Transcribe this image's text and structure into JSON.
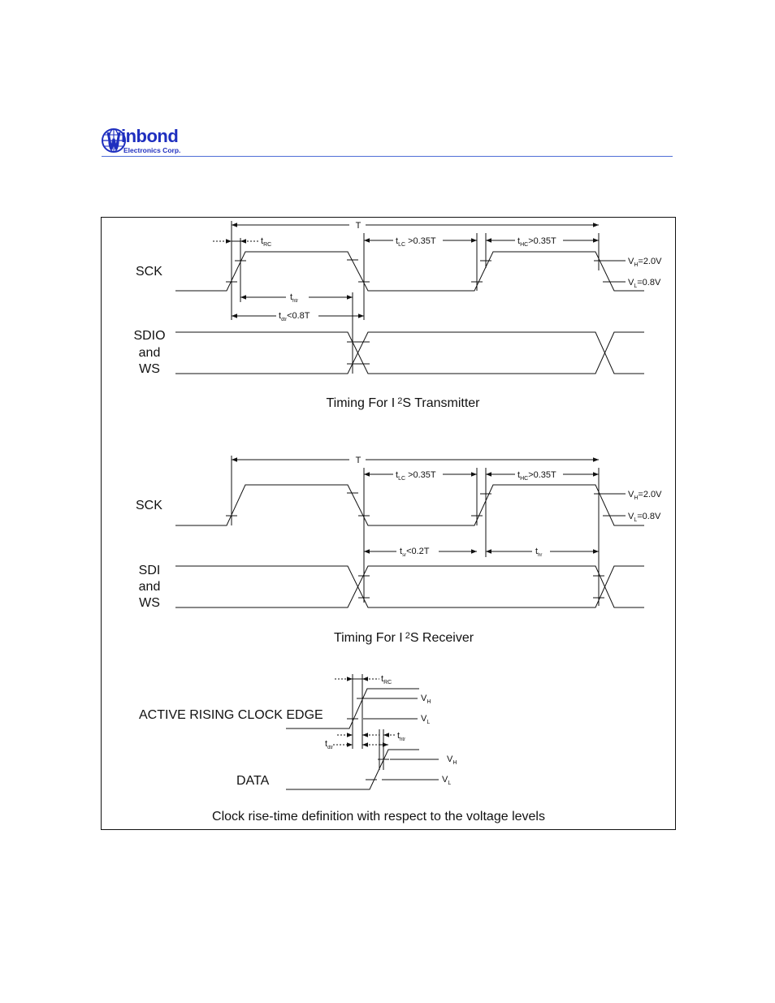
{
  "header": {
    "brand": "inbond",
    "sub": "Electronics Corp.",
    "accent": "#1f2fbf"
  },
  "transmitter": {
    "sck": "SCK",
    "sig1": "SDIO",
    "sig2": "and",
    "sig3": "WS",
    "T": "T",
    "tRC": "t",
    "tRC_sub": "RC",
    "tLC": "t",
    "tLC_sub": "LC",
    "tLC_val": " >0.35T",
    "tHC": "t",
    "tHC_sub": "HC",
    "tHC_val": ">0.35T",
    "vh": "V",
    "vh_sub": "H",
    "vh_val": "=2.0V",
    "vl": "V",
    "vl_sub": "L",
    "vl_val": "=0.8V",
    "thtr": "t",
    "thtr_sub": "htr",
    "tdtr": "t",
    "tdtr_sub": "dtr",
    "tdtr_val": "<0.8T",
    "caption_a": "Timing For I",
    "caption_b": "2",
    "caption_c": "S Transmitter"
  },
  "receiver": {
    "sck": "SCK",
    "sig1": "SDI",
    "sig2": "and",
    "sig3": "WS",
    "T": "T",
    "tLC": "t",
    "tLC_sub": "LC",
    "tLC_val": " >0.35T",
    "tHC": "t",
    "tHC_sub": "HC",
    "tHC_val": ">0.35T",
    "vh": "V",
    "vh_sub": "H",
    "vh_val": "=2.0V",
    "vl": "V",
    "vl_sub": "L",
    "vl_val": "=0.8V",
    "tsr": "t",
    "tsr_sub": "sr",
    "tsr_val": "<0.2T",
    "thr": "t",
    "thr_sub": "hr",
    "caption_a": "Timing For I",
    "caption_b": "2",
    "caption_c": "S Receiver"
  },
  "risetime": {
    "clock_label": "ACTIVE RISING CLOCK EDGE",
    "data_label": "DATA",
    "tRC": "t",
    "tRC_sub": "RC",
    "vh": "V",
    "vh_sub": "H",
    "vl": "V",
    "vl_sub": "L",
    "tdtr": "t",
    "tdtr_sub": "dtr",
    "thtr": "t",
    "thtr_sub": "htr",
    "caption": "Clock rise-time definition with respect to the voltage levels"
  }
}
